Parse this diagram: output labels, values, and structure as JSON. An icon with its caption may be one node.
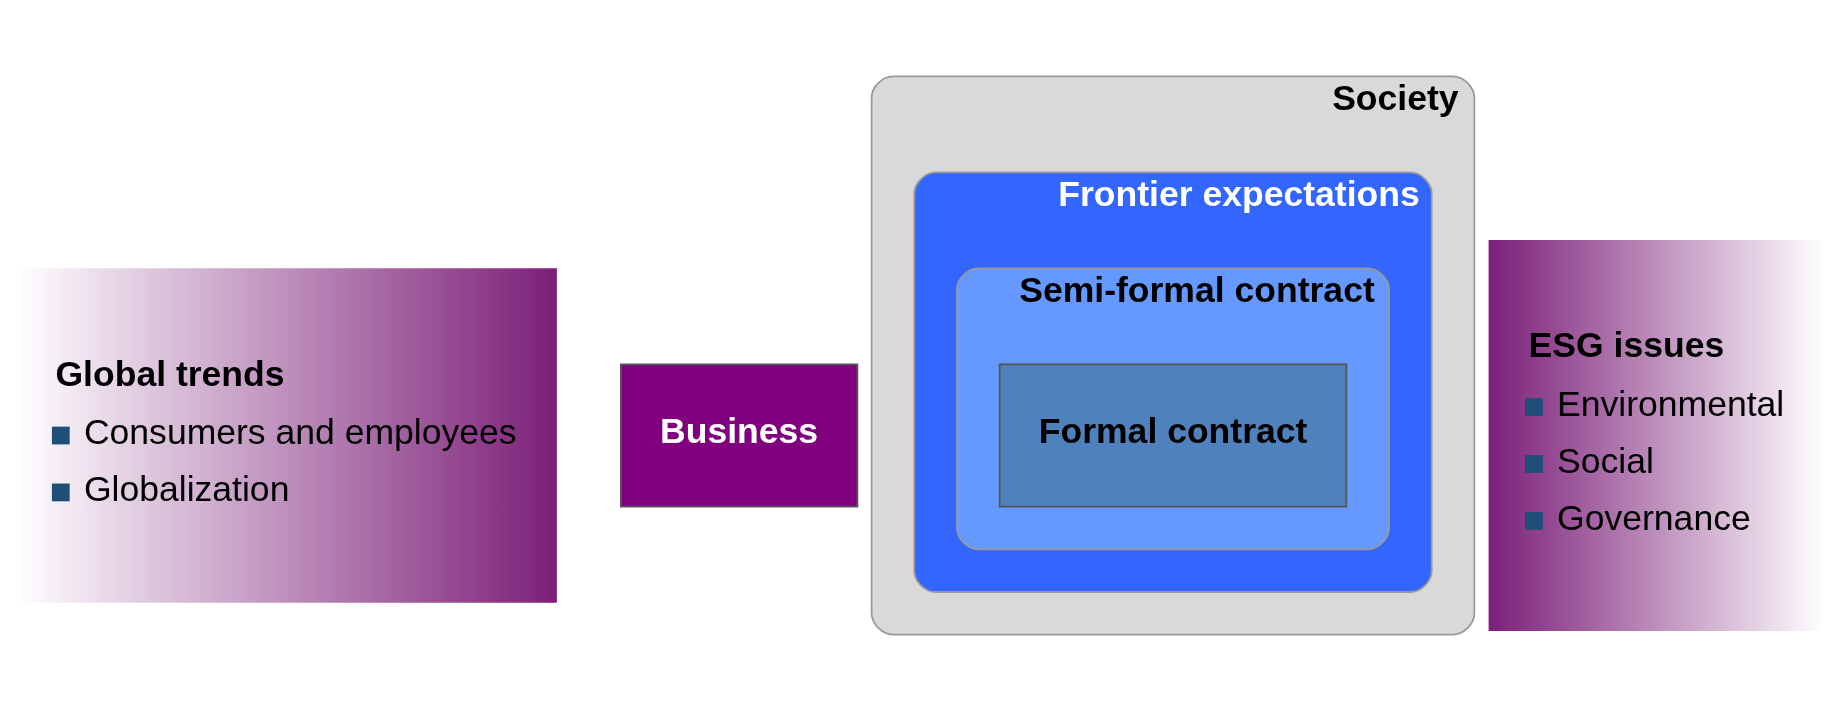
{
  "diagram": {
    "nodes": [
      {
        "text": [
          "Global trends",
          "Consumers and employees",
          "Globalization"
        ]
      },
      {
        "text": [
          "Society"
        ]
      },
      {
        "text": [
          "Frontier expectations"
        ],
        "in": 1
      },
      {
        "text": [
          "Semi-formal contract"
        ],
        "in": 2
      },
      {
        "text": [
          "Formal contract"
        ],
        "in": 3
      },
      {
        "text": [
          "Business"
        ]
      },
      {
        "text": [
          "ESG issues",
          "Environmental",
          "Social",
          "Governance"
        ]
      }
    ]
  }
}
